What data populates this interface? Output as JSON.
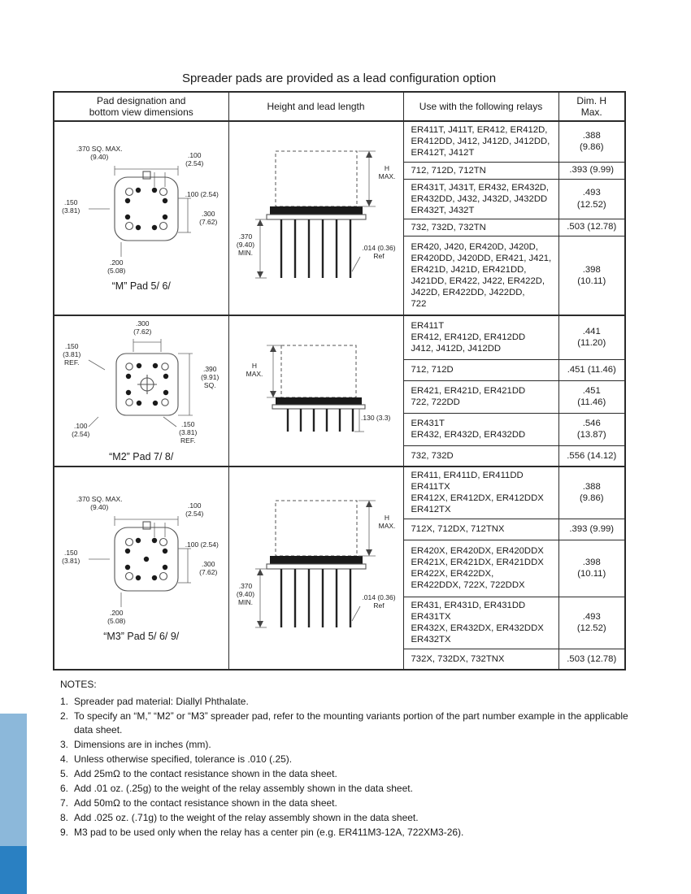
{
  "page": {
    "title": "Spreader pads are provided as a lead configuration option"
  },
  "table": {
    "headers": {
      "pad": "Pad designation and\nbottom view dimensions",
      "height": "Height and lead length",
      "relays": "Use with the following relays",
      "dim": "Dim. H\nMax."
    },
    "sections": [
      {
        "pad_label": "“M” Pad  5/ 6/",
        "dims": {
          "sq": ".370 SQ. MAX.\n(9.40)",
          "pitch_top": ".100\n(2.54)",
          "left": ".150\n(3.81)",
          "pitch_right": ".100 (2.54)",
          "right": ".300\n(7.62)",
          "bottom": ".200\n(5.08)"
        },
        "side": {
          "h": "H\nMAX.",
          "min": ".370 (9.40)\nMIN.",
          "ref": ".014 (0.36)\nRef"
        },
        "rows": [
          {
            "relays": "ER411T, J411T, ER412, ER412D,\nER412DD, J412, J412D, J412DD,\nER412T, J412T",
            "h": ".388\n(9.86)"
          },
          {
            "relays": "712, 712D, 712TN",
            "h": ".393 (9.99)"
          },
          {
            "relays": "ER431T, J431T, ER432, ER432D,\nER432DD, J432, J432D, J432DD\nER432T, J432T",
            "h": ".493\n(12.52)"
          },
          {
            "relays": "732, 732D, 732TN",
            "h": ".503 (12.78)"
          },
          {
            "relays": "ER420, J420, ER420D, J420D,\nER420DD, J420DD, ER421, J421,\nER421D, J421D, ER421DD,\nJ421DD, ER422, J422, ER422D,\nJ422D, ER422DD, J422DD,\n722",
            "h": ".398\n(10.11)"
          }
        ]
      },
      {
        "pad_label": "“M2” Pad  7/ 8/",
        "dims": {
          "top": ".300\n(7.62)",
          "left_ref": ".150\n(3.81)\nREF.",
          "sq": ".390\n(9.91)\nSQ.",
          "bottom_left": ".100\n(2.54)",
          "bottom_right": ".150\n(3.81)\nREF."
        },
        "side": {
          "h": "H\nMAX.",
          "lead": ".130 (3.3)"
        },
        "rows": [
          {
            "relays": "ER411T\nER412, ER412D, ER412DD\nJ412, J412D, J412DD",
            "h": ".441\n(11.20)"
          },
          {
            "relays": "712, 712D",
            "h": ".451 (11.46)"
          },
          {
            "relays": "ER421, ER421D, ER421DD\n722, 722DD",
            "h": ".451\n(11.46)"
          },
          {
            "relays": "ER431T\nER432, ER432D, ER432DD",
            "h": ".546\n(13.87)"
          },
          {
            "relays": "732, 732D",
            "h": ".556 (14.12)"
          }
        ]
      },
      {
        "pad_label": "“M3” Pad  5/ 6/ 9/",
        "dims": {
          "sq": ".370 SQ. MAX.\n(9.40)",
          "pitch_top": ".100\n(2.54)",
          "left": ".150\n(3.81)",
          "pitch_right": ".100 (2.54)",
          "right": ".300\n(7.62)",
          "bottom": ".200\n(5.08)"
        },
        "side": {
          "h": "H\nMAX.",
          "min": ".370 (9.40)\nMIN.",
          "ref": ".014 (0.36)\nRef"
        },
        "rows": [
          {
            "relays": "ER411, ER411D, ER411DD\nER411TX\nER412X, ER412DX, ER412DDX\nER412TX",
            "h": ".388\n(9.86)"
          },
          {
            "relays": "712X, 712DX, 712TNX",
            "h": ".393 (9.99)"
          },
          {
            "relays": "ER420X, ER420DX, ER420DDX\nER421X, ER421DX, ER421DDX\nER422X, ER422DX,\nER422DDX, 722X, 722DDX",
            "h": ".398\n(10.11)"
          },
          {
            "relays": "ER431, ER431D, ER431DD\nER431TX\nER432X, ER432DX, ER432DDX\nER432TX",
            "h": ".493\n(12.52)"
          },
          {
            "relays": "732X, 732DX, 732TNX",
            "h": ".503 (12.78)"
          }
        ]
      }
    ]
  },
  "notes": {
    "heading": "NOTES:",
    "items": [
      {
        "n": "1.",
        "text": "Spreader pad material: Diallyl Phthalate."
      },
      {
        "n": "2.",
        "text": "To specify an “M,” “M2” or “M3” spreader pad, refer to the mounting variants portion of the part number example in the applicable data sheet."
      },
      {
        "n": "3.",
        "text": "Dimensions are in inches (mm)."
      },
      {
        "n": "4.",
        "text": "Unless otherwise specified, tolerance is .010 (.25)."
      },
      {
        "n": "5.",
        "text": "Add 25mΩ to the contact resistance shown in the data sheet."
      },
      {
        "n": "6.",
        "text": "Add .01 oz. (.25g) to the weight of the relay assembly shown in the data sheet."
      },
      {
        "n": "7.",
        "text": "Add 50mΩ to the contact resistance shown in the data sheet."
      },
      {
        "n": "8.",
        "text": "Add .025 oz. (.71g) to the weight of the relay assembly shown in the data sheet."
      },
      {
        "n": "9.",
        "text": "M3 pad to be used only when the relay has a center pin (e.g. ER411M3-12A, 722XM3-26)."
      }
    ]
  },
  "colors": {
    "tab_light": "#8cb8da",
    "tab_dark": "#2a80c2"
  }
}
